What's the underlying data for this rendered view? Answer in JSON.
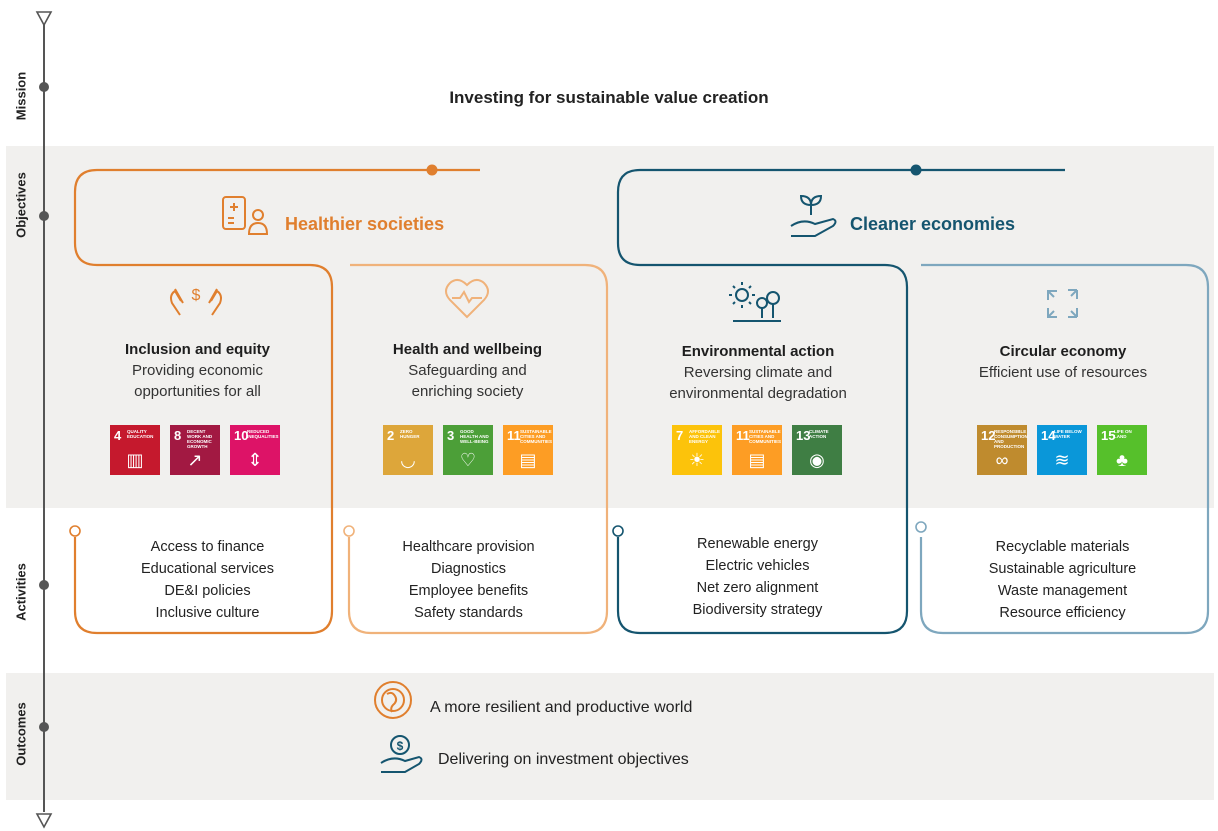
{
  "stages": [
    "Mission",
    "Objectives",
    "Activities",
    "Outcomes"
  ],
  "mission": "Investing for sustainable value creation",
  "colors": {
    "healthier": "#e07f2e",
    "healthier_light": "#f0b27a",
    "cleaner": "#15556f",
    "cleaner_light": "#7ea7be",
    "band": "#f1f0ee",
    "axis": "#555555"
  },
  "objectives": [
    {
      "title": "Healthier societies",
      "icon": "health-record-person-icon"
    },
    {
      "title": "Cleaner economies",
      "icon": "hand-sprout-icon"
    }
  ],
  "pillars": [
    {
      "icon": "hands-dollar-icon",
      "name": "Inclusion and equity",
      "desc1": "Providing economic",
      "desc2": "opportunities for all",
      "sdgs": [
        {
          "num": "4",
          "title": "Quality Education",
          "color": "#c5192d",
          "icon": "book-icon",
          "glyph": "▥"
        },
        {
          "num": "8",
          "title": "Decent work and economic growth",
          "color": "#a21942",
          "icon": "growth-chart-icon",
          "glyph": "↗"
        },
        {
          "num": "10",
          "title": "Reduced inequalities",
          "color": "#dd1367",
          "icon": "arrows-equal-icon",
          "glyph": "⇕"
        }
      ],
      "activities": [
        "Access to finance",
        "Educational services",
        "DE&I policies",
        "Inclusive culture"
      ]
    },
    {
      "icon": "heart-pulse-icon",
      "name": "Health and wellbeing",
      "desc1": "Safeguarding and",
      "desc2": "enriching society",
      "sdgs": [
        {
          "num": "2",
          "title": "Zero hunger",
          "color": "#dda63a",
          "icon": "bowl-icon",
          "glyph": "◡"
        },
        {
          "num": "3",
          "title": "Good health and well-being",
          "color": "#4c9f38",
          "icon": "heartbeat-icon",
          "glyph": "♡"
        },
        {
          "num": "11",
          "title": "Sustainable cities and communities",
          "color": "#fd9d24",
          "icon": "city-icon",
          "glyph": "▤"
        }
      ],
      "activities": [
        "Healthcare provision",
        "Diagnostics",
        "Employee benefits",
        "Safety standards"
      ]
    },
    {
      "icon": "gear-tree-icon",
      "name": "Environmental action",
      "desc1": "Reversing climate and",
      "desc2": "environmental degradation",
      "sdgs": [
        {
          "num": "7",
          "title": "Affordable and clean energy",
          "color": "#fcc30b",
          "icon": "sun-icon",
          "glyph": "☀"
        },
        {
          "num": "11",
          "title": "Sustainable cities and communities",
          "color": "#fd9d24",
          "icon": "city-icon",
          "glyph": "▤"
        },
        {
          "num": "13",
          "title": "Climate action",
          "color": "#3f7e44",
          "icon": "eye-globe-icon",
          "glyph": "◉"
        }
      ],
      "activities": [
        "Renewable energy",
        "Electric vehicles",
        "Net zero alignment",
        "Biodiversity strategy"
      ]
    },
    {
      "icon": "recycle-arrows-icon",
      "name": "Circular economy",
      "desc1": "Efficient use of resources",
      "desc2": "",
      "sdgs": [
        {
          "num": "12",
          "title": "Responsible consumption and production",
          "color": "#bf8b2e",
          "icon": "infinity-icon",
          "glyph": "∞"
        },
        {
          "num": "14",
          "title": "Life below water",
          "color": "#0a97d9",
          "icon": "fish-icon",
          "glyph": "≋"
        },
        {
          "num": "15",
          "title": "Life on land",
          "color": "#56c02b",
          "icon": "tree-icon",
          "glyph": "♣"
        }
      ],
      "activities": [
        "Recyclable materials",
        "Sustainable agriculture",
        "Waste management",
        "Resource efficiency"
      ]
    }
  ],
  "outcomes": [
    {
      "text": "A more resilient and productive world",
      "icon": "globe-hands-icon"
    },
    {
      "text": "Delivering on investment objectives",
      "icon": "hand-coin-icon"
    }
  ]
}
